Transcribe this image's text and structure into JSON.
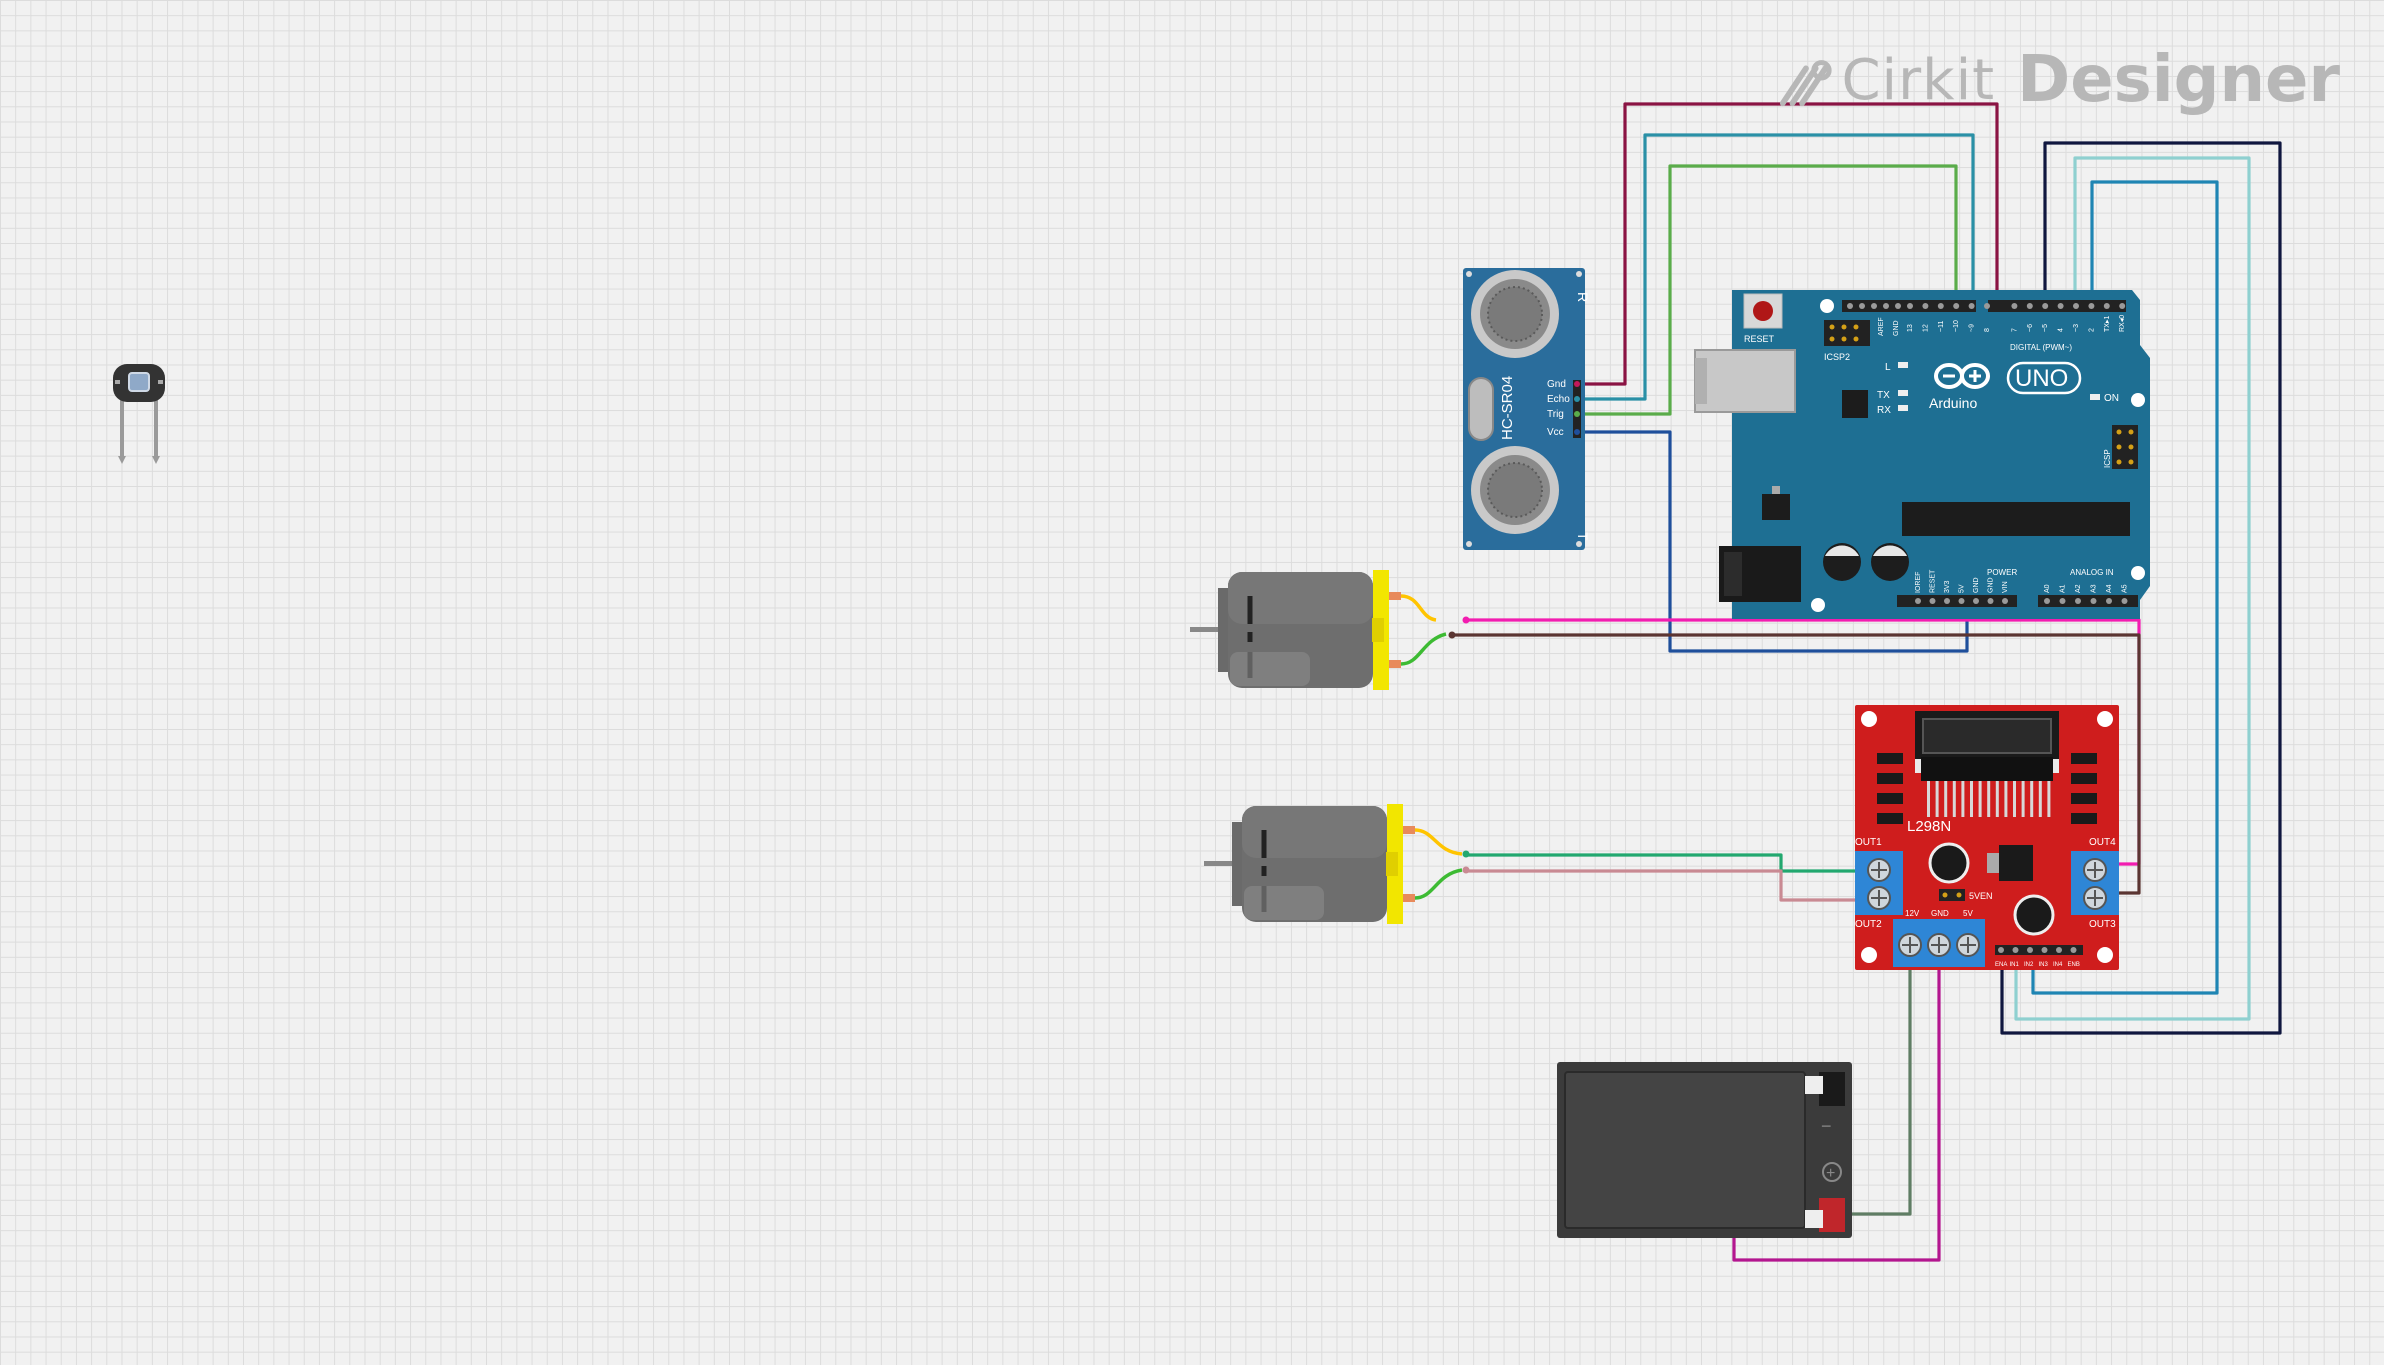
{
  "watermark": {
    "brand": "Cirkit",
    "product": "Designer"
  },
  "components": {
    "ultrasonic": {
      "model": "HC-SR04",
      "side_r": "R",
      "side_t": "T",
      "pins": [
        "Vcc",
        "Trig",
        "Echo",
        "Gnd"
      ]
    },
    "arduino": {
      "brand": "Arduino",
      "model": "UNO",
      "reset": "RESET",
      "icsp2": "ICSP2",
      "icsp": "ICSP",
      "led_l": "L",
      "led_tx": "TX",
      "led_rx": "RX",
      "led_on": "ON",
      "digital_label": "DIGITAL (PWM~)",
      "power_label": "POWER",
      "analog_label": "ANALOG IN",
      "aref": "AREF",
      "gnd": "GND",
      "digital_pins": [
        "13",
        "12",
        "~11",
        "~10",
        "~9",
        "8",
        "7",
        "~6",
        "~5",
        "4",
        "~3",
        "2",
        "TX▸1",
        "RX◂0"
      ],
      "power_pins": [
        "IOREF",
        "RESET",
        "3V3",
        "5V",
        "GND",
        "GND",
        "VIN"
      ],
      "analog_pins": [
        "A0",
        "A1",
        "A2",
        "A3",
        "A4",
        "A5"
      ]
    },
    "driver": {
      "model": "L298N",
      "out1": "OUT1",
      "out2": "OUT2",
      "out3": "OUT3",
      "out4": "OUT4",
      "v12": "12V",
      "gnd": "GND",
      "v5": "5V",
      "en5v": "5VEN",
      "ctrl_pins": [
        "ENA",
        "IN1",
        "IN2",
        "IN3",
        "IN4",
        "ENB"
      ]
    },
    "battery": {
      "plus": "+",
      "minus": "−"
    }
  },
  "colors": {
    "arduino": "#1e6f93",
    "ultrasonic": "#2a6d9c",
    "driver": "#cf1d1d",
    "terminal": "#2e86d6",
    "motor_cap": "#f2e600",
    "motor_body": "#6e6e6e",
    "battery": "#3b3b3b",
    "wires": {
      "echo": "#8a1343",
      "trig": "#2a90a6",
      "vcc_sig": "#5aac4a",
      "vcc": "#1f4f9b",
      "ena": "#10173f",
      "in_a": "#8fd0d0",
      "in_b": "#1f85b3",
      "motor1_a": "#f21db0",
      "motor1_b": "#5b3532",
      "motor2_a": "#22a86f",
      "motor2_b": "#c98a93",
      "battery_plus": "#b3168f",
      "battery_gnd": "#5f7d64"
    }
  }
}
